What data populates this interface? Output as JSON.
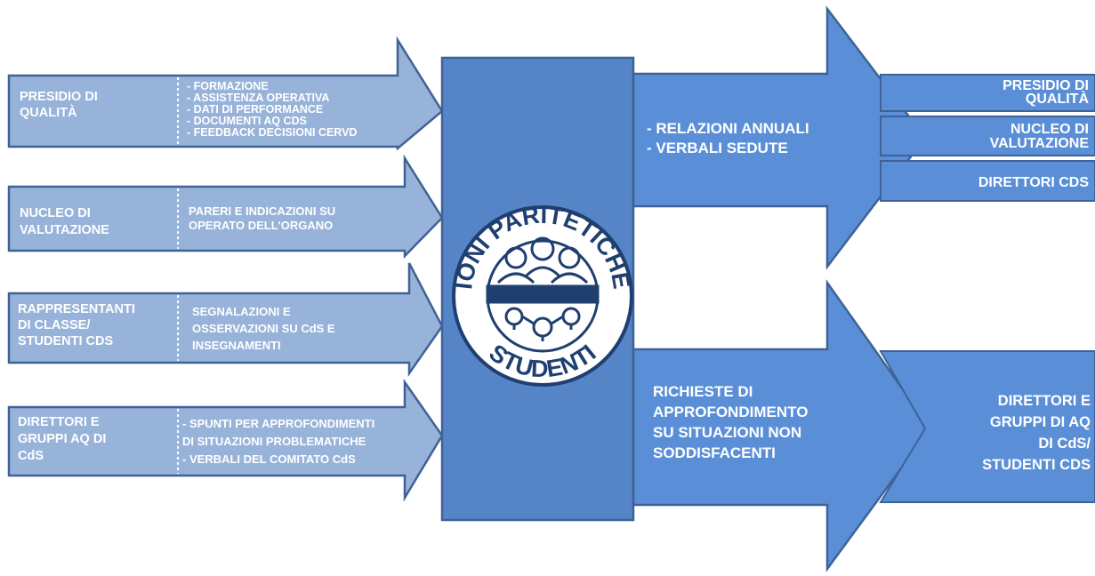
{
  "inputs": [
    {
      "source": [
        "PRESIDIO DI",
        "QUALITÀ"
      ],
      "items": [
        "- FORMAZIONE",
        "- ASSISTENZA OPERATIVA",
        "- DATI DI PERFORMANCE",
        "- DOCUMENTI AQ CDS",
        "- FEEDBACK DECISIONI CERVD"
      ]
    },
    {
      "source": [
        "NUCLEO DI",
        "VALUTAZIONE"
      ],
      "items": [
        "PARERI E INDICAZIONI SU",
        "OPERATO DELL'ORGANO"
      ]
    },
    {
      "source": [
        "RAPPRESENTANTI",
        "DI CLASSE/",
        "STUDENTI CDS"
      ],
      "items": [
        "SEGNALAZIONI E",
        "OSSERVAZIONI SU CdS E",
        "INSEGNAMENTI"
      ]
    },
    {
      "source": [
        "DIRETTORI E",
        "GRUPPI AQ DI",
        "CdS"
      ],
      "items": [
        "- SPUNTI PER APPROFONDIMENTI",
        "DI SITUAZIONI PROBLEMATICHE",
        "- VERBALI DEL COMITATO CdS"
      ]
    }
  ],
  "center": {
    "logo_text": "COMMISSIONI PARITETICHE DOCENTI STUDENTI",
    "logo_icon": "group-of-people-icon"
  },
  "outputs": [
    {
      "items": [
        "- RELAZIONI ANNUALI",
        "- VERBALI SEDUTE"
      ],
      "targets": [
        [
          "PRESIDIO DI",
          "QUALITÀ"
        ],
        [
          "NUCLEO DI",
          "VALUTAZIONE"
        ],
        [
          "DIRETTORI CDS"
        ]
      ]
    },
    {
      "items": [
        "RICHIESTE DI",
        "APPROFONDIMENTO",
        "SU SITUAZIONI NON",
        "SODDISFACENTI"
      ],
      "targets": [
        [
          "DIRETTORI E",
          "GRUPPI DI AQ",
          "DI CdS/",
          "STUDENTI CDS"
        ]
      ]
    }
  ],
  "colors": {
    "input_arrow": "#98b3d9",
    "input_stroke": "#3f6296",
    "center_box": "#5585c6",
    "output_arrow": "#5a8fd8",
    "text": "#ffffff",
    "logo_ring": "#1f3f70"
  }
}
